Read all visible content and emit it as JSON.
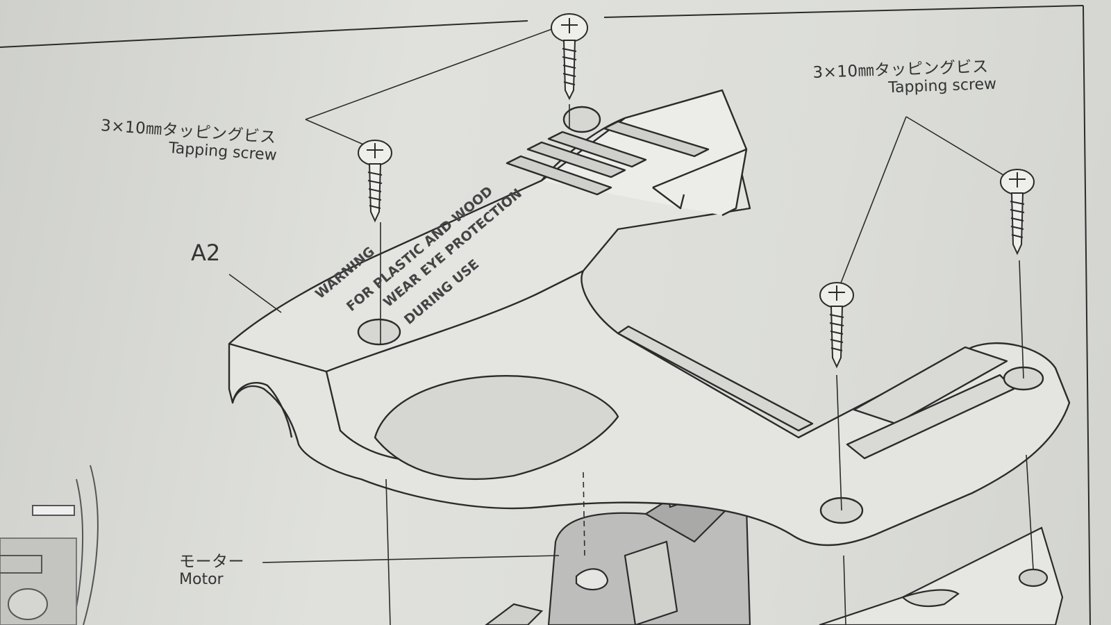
{
  "callouts": {
    "screw_left": {
      "jp": "3×10㎜タッピングビス",
      "en": "Tapping screw"
    },
    "screw_right": {
      "jp": "3×10㎜タッピングビス",
      "en": "Tapping screw"
    },
    "motor": {
      "jp": "モーター",
      "en": "Motor"
    }
  },
  "part_label": "A2",
  "warning_text": {
    "line1": "WARNING",
    "line2": "FOR PLASTIC AND WOOD",
    "line3": "WEAR EYE PROTECTION",
    "line4": "DURING USE"
  },
  "colors": {
    "line": "#2b2b2b",
    "part_fill": "#e4e5e1",
    "motor_fill": "#bdbebb"
  }
}
